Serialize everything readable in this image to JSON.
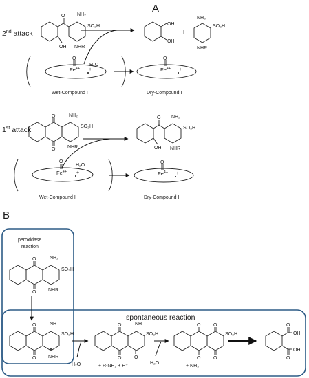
{
  "panel_a": {
    "label": "A",
    "second_attack": {
      "main": "2",
      "sup": "nd",
      "rest": " attack"
    },
    "first_attack": {
      "main": "1",
      "sup": "st",
      "rest": " attack"
    },
    "water": "H₂O",
    "wet": "Wet-Compound I",
    "dry": "Dry-Compound I",
    "fe": "Fe",
    "fe_charge": "4+",
    "plus": "+",
    "nh2": "NH₂",
    "nhr": "NHR",
    "so3h": "SO₃H",
    "oh": "OH",
    "o": "O",
    "pb_plus": "+"
  },
  "panel_b": {
    "label": "B",
    "peroxidase_line1": "peroxidase",
    "peroxidase_line2": "reaction",
    "spontaneous": "spontaneous reaction",
    "water": "H₂O",
    "nh": "NH",
    "nh2": "NH₂",
    "nhr": "NHR",
    "so3h": "SO₃H",
    "oh": "OH",
    "o": "O",
    "byproduct1": "+ R-NH₂ + H⁺",
    "byproduct2": "+ NH₃"
  }
}
